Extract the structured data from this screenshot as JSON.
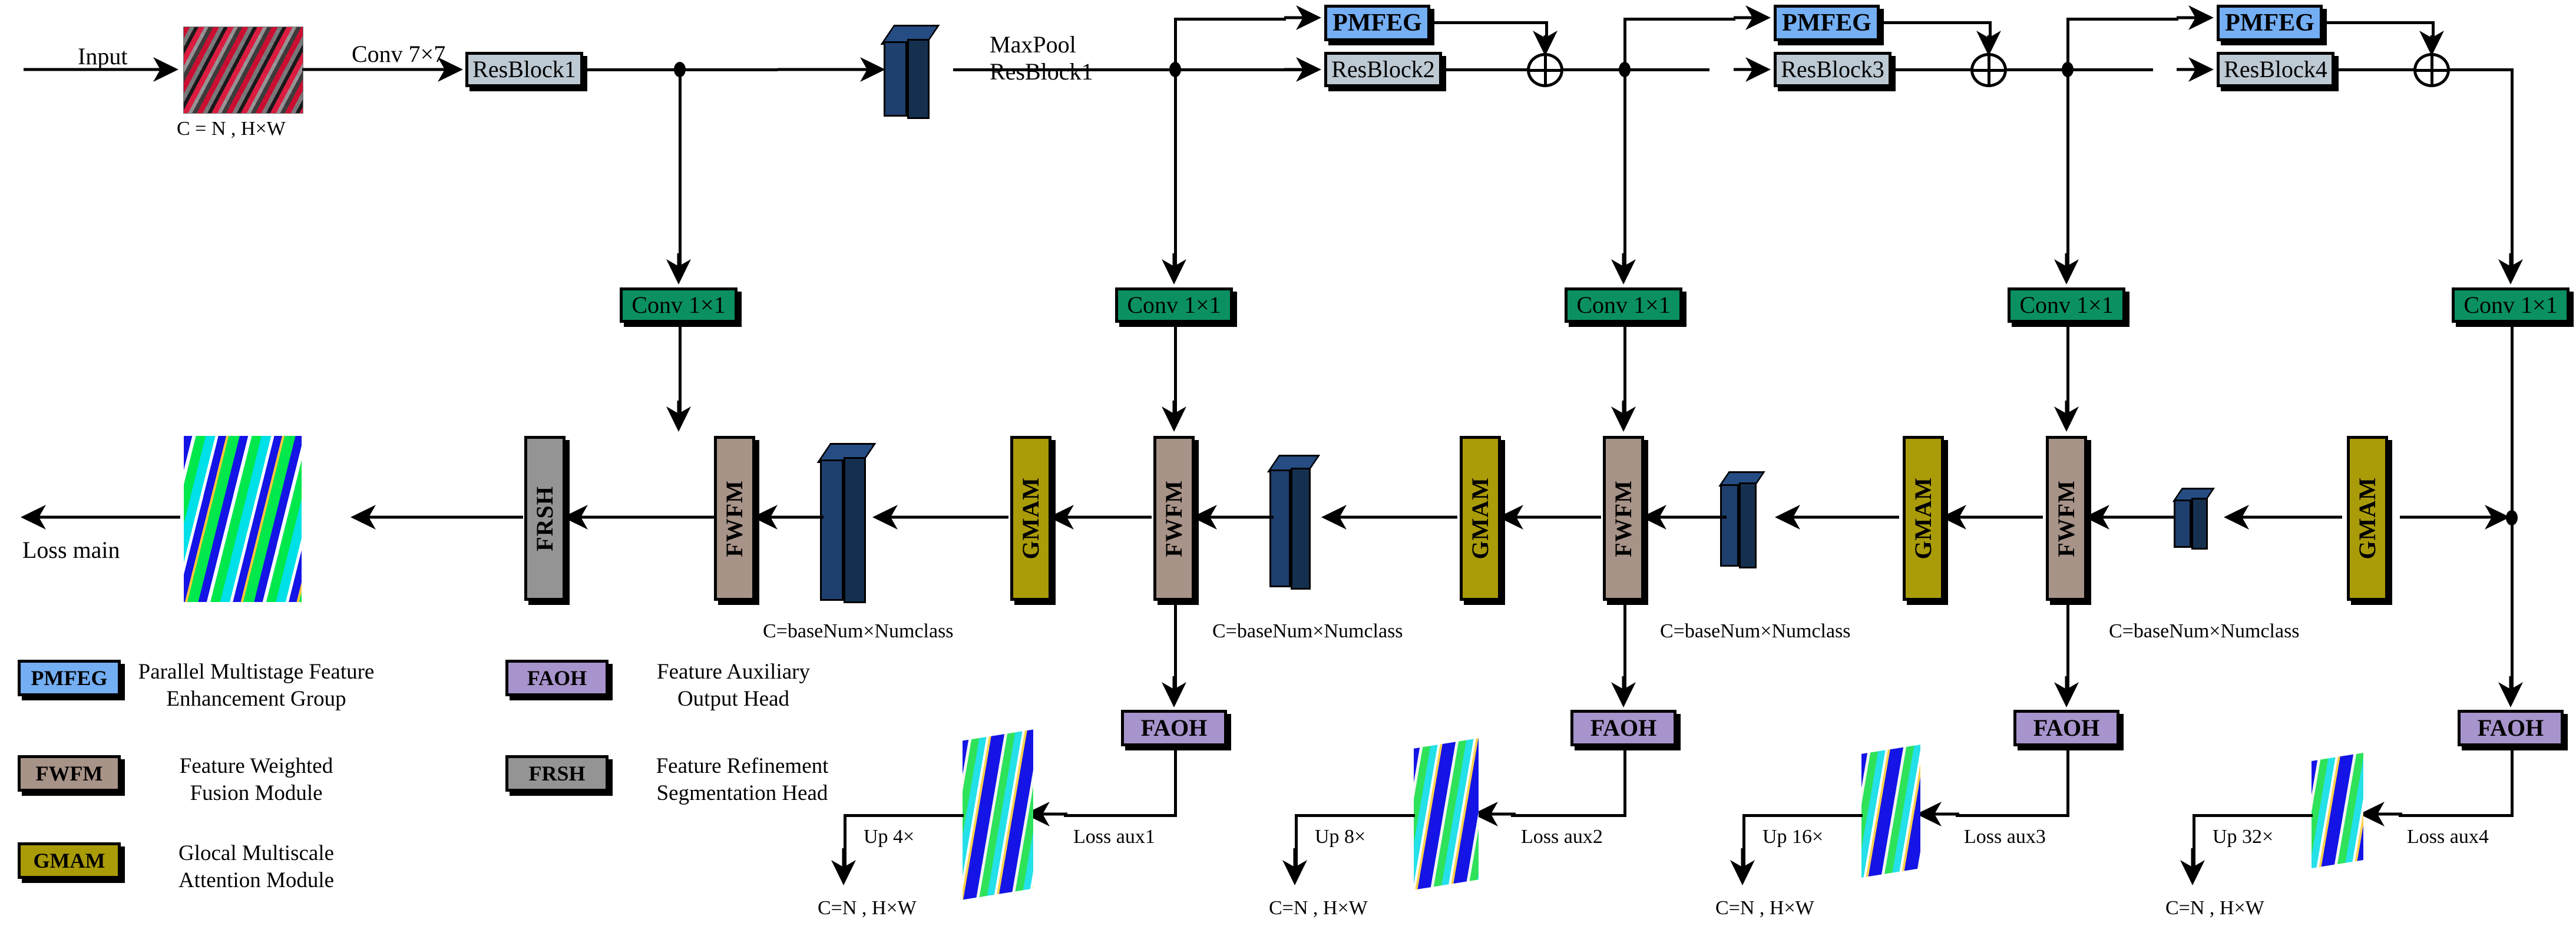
{
  "diagram": {
    "title": "Network architecture with PMFEG / FWFM / GMAM modules",
    "colors": {
      "pmfeg": "#74aef3",
      "resblock": "#bdc9d3",
      "conv": "#0b9161",
      "fwfm": "#a89388",
      "gmam": "#aa9b09",
      "frsh": "#949494",
      "faoh": "#a794cc",
      "cuboid": "#1f3f6e"
    }
  },
  "encoder": {
    "input_label": "Input",
    "input_caption": "C = N , H×W",
    "conv7_label": "Conv 7×7",
    "maxpool_label_line1": "MaxPool",
    "maxpool_label_line2": "ResBlock1",
    "resblocks": [
      "ResBlock1",
      "ResBlock2",
      "ResBlock3",
      "ResBlock4"
    ],
    "pmfeg": [
      "PMFEG",
      "PMFEG",
      "PMFEG"
    ],
    "conv1x1": [
      "Conv 1×1",
      "Conv 1×1",
      "Conv 1×1",
      "Conv 1×1",
      "Conv 1×1"
    ]
  },
  "decoder": {
    "fwfm": [
      "FWFM",
      "FWFM",
      "FWFM",
      "FWFM"
    ],
    "gmam": [
      "GMAM",
      "GMAM",
      "GMAM",
      "GMAM"
    ],
    "frsh": "FRSH",
    "channel_captions": [
      "C=baseNum×Numclass",
      "C=baseNum×Numclass",
      "C=baseNum×Numclass",
      "C=baseNum×Numclass"
    ],
    "loss_main": "Loss main"
  },
  "aux_heads": {
    "faoh": [
      "FAOH",
      "FAOH",
      "FAOH",
      "FAOH"
    ],
    "up_labels": [
      "Up 4×",
      "Up 8×",
      "Up 16×",
      "Up 32×"
    ],
    "loss_labels": [
      "Loss aux1",
      "Loss aux2",
      "Loss aux3",
      "Loss aux4"
    ],
    "out_captions": [
      "C=N , H×W",
      "C=N , H×W",
      "C=N , H×W",
      "C=N , H×W"
    ]
  },
  "legend": [
    {
      "tag": "PMFEG",
      "color": "#74aef3",
      "line1": "Parallel Multistage Feature",
      "line2": "Enhancement Group"
    },
    {
      "tag": "FAOH",
      "color": "#a794cc",
      "line1": "Feature Auxiliary",
      "line2": "Output Head"
    },
    {
      "tag": "FWFM",
      "color": "#a89388",
      "line1": "Feature Weighted",
      "line2": "Fusion Module"
    },
    {
      "tag": "FRSH",
      "color": "#949494",
      "line1": "Feature Refinement",
      "line2": "Segmentation Head"
    },
    {
      "tag": "GMAM",
      "color": "#aa9b09",
      "line1": "Glocal Multiscale",
      "line2": "Attention Module"
    }
  ]
}
